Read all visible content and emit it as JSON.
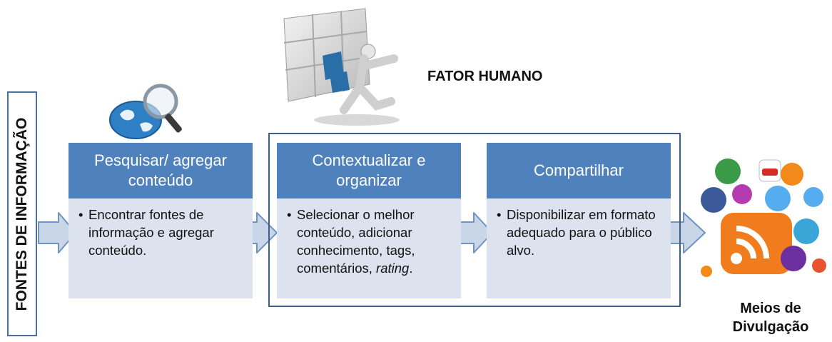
{
  "left_label": "FONTES DE INFORMAÇÃO",
  "human_factor_label": "FATOR HUMANO",
  "steps": [
    {
      "title": "Pesquisar/ agregar conteúdo",
      "items": [
        "Encontrar fontes de informação  e agregar conteúdo."
      ]
    },
    {
      "title": "Contextualizar e organizar",
      "items": [
        "Selecionar o melhor conteúdo, adicionar conhecimento, tags, comentários,"
      ],
      "item_italic_suffix": "rating",
      "item_end": "."
    },
    {
      "title": "Compartilhar",
      "items": [
        "Disponibilizar em formato adequado para o público alvo."
      ]
    }
  ],
  "output": {
    "label_line1": "Meios de",
    "label_line2": "Divulgação"
  },
  "icons": {
    "globe": "globe-magnifier-icon",
    "puzzle": "puzzle-person-icon",
    "social": "social-media-icons-cluster"
  },
  "colors": {
    "box_header": "#4f81bd",
    "box_body": "#dce3ef",
    "arrow": "#c9d6e8",
    "arrow_border": "#6f93c4",
    "frame": "#3d5f8a"
  }
}
